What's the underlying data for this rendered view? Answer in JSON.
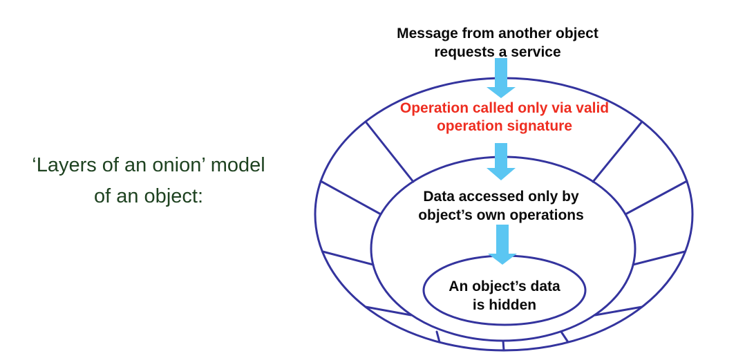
{
  "caption": {
    "line1": "‘Layers of an onion’ model",
    "line2": "of an object:"
  },
  "diagram": {
    "message": {
      "line1": "Message from another object",
      "line2": "requests a service"
    },
    "operation": {
      "line1": "Operation called only via valid",
      "line2": "operation signature"
    },
    "data_access": {
      "line1": "Data accessed only by",
      "line2": "object’s own operations"
    },
    "hidden": {
      "line1": "An object’s data",
      "line2": "is hidden"
    }
  },
  "colors": {
    "outline": "#34349E",
    "arrow": "#5BC6F2",
    "red_text": "#EE2D20",
    "green_text": "#1E4220",
    "black_text": "#0A0A0A"
  }
}
